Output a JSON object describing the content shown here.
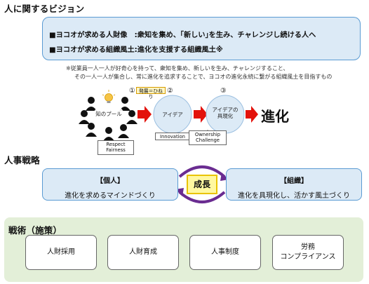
{
  "vision": {
    "heading": "人に関するビジョン",
    "line1": "■ヨコオが求める人財像　:衆知を集め、｢新しい｣を生み、チャレンジし続ける人へ",
    "line2": "■ヨコオが求める組織風土:進化を支援する組織風土※",
    "note1": "※従業員一人一人が好奇心を持って、衆知を集め、新しいを生み、チャレンジすること、",
    "note2": "その一人一人が集合し、常に進化を追求することで、ヨコオの進化永続に繋がる組織風土を目指すもの"
  },
  "flow": {
    "tag": "発展＝ひねり",
    "step1_num": "①",
    "step2_num": "②",
    "step3_num": "③",
    "pool_label": "知のプール",
    "idea_label": "アイデア",
    "real_label1": "アイデアの",
    "real_label2": "具現化",
    "result": "進化",
    "innovation": "Innovation",
    "respect1": "Respect",
    "respect2": "Fairness",
    "ownership1": "Ownership",
    "ownership2": "Challenge"
  },
  "strategy": {
    "heading": "人事戦略",
    "individual_title": "【個人】",
    "individual_text": "進化を求めるマインドづくり",
    "growth": "成長",
    "org_title": "【組織】",
    "org_text": "進化を具現化し、活かす風土づくり"
  },
  "tactics": {
    "heading": "戦術（施策）",
    "item1": "人財採用",
    "item2": "人財育成",
    "item3": "人事制度",
    "item4_line1": "労務",
    "item4_line2": "コンプライアンス"
  },
  "colors": {
    "box_fill": "#dceaf6",
    "box_border": "#5a9bd3",
    "arrow_red": "#e3120b",
    "growth_fill": "#fff8a0",
    "cycle_purple": "#6a2c91",
    "tactics_panel": "#e3efd8"
  }
}
